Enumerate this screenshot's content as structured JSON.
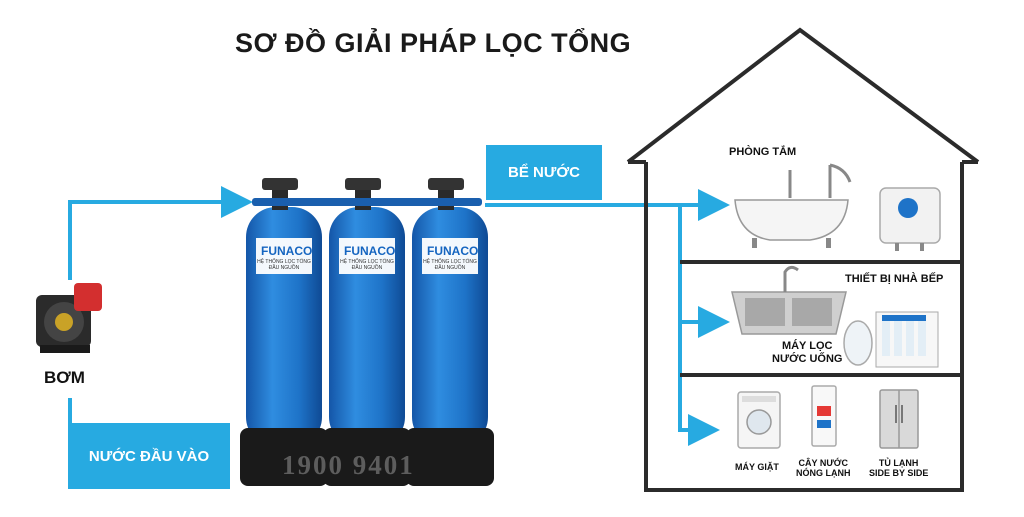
{
  "title": "SƠ ĐỒ GIẢI PHÁP LỌC TỔNG",
  "labels": {
    "pump": "BƠM",
    "inlet": "NƯỚC ĐẦU VÀO",
    "tank": "BỂ NƯỚC",
    "bathroom": "PHÒNG TẮM",
    "kitchen": "THIẾT BỊ NHÀ BẾP",
    "ro_line1": "MÁY LỌC",
    "ro_line2": "NƯỚC UỐNG",
    "washer": "MÁY GIẶT",
    "dispenser_line1": "CÂY NƯỚC",
    "dispenser_line2": "NÓNG LẠNH",
    "fridge_line1": "TỦ LẠNH",
    "fridge_line2": "SIDE BY SIDE"
  },
  "brand": "FUNACO",
  "tank_sticker_text": "HỆ THỐNG LỌC TỔNG ĐẦU NGUỒN",
  "phone": "1900 9401",
  "colors": {
    "pipe": "#27aae1",
    "tank": "#1e73c8",
    "house_outline": "#2b2b2b"
  }
}
